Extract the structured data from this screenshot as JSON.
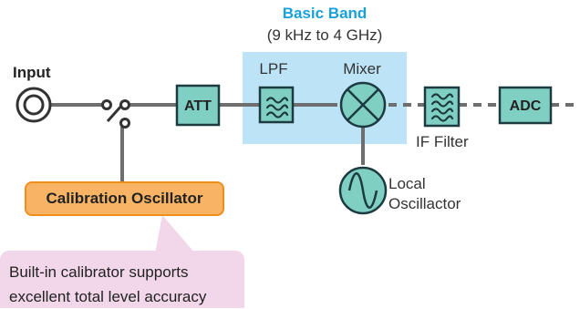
{
  "band": {
    "title": "Basic Band",
    "range": "(9 kHz to 4 GHz)",
    "fill_color": "#bde3f6"
  },
  "blocks": {
    "input": "Input",
    "att": "ATT",
    "lpf": "LPF",
    "mixer": "Mixer",
    "if_filter": "IF Filter",
    "adc": "ADC",
    "local_oscillator_line1": "Local",
    "local_oscillator_line2": "Oscillactor",
    "calibration_oscillator": "Calibration Oscillator"
  },
  "callout": {
    "line1": "Built-in calibrator supports",
    "line2": "excellent total level accuracy"
  },
  "colors": {
    "block_fill": "#7fd0c3",
    "block_border": "#1c3a40",
    "line": "#6e6e6e",
    "calibration_fill": "#f8b464",
    "callout_fill": "#f2d6ea"
  }
}
